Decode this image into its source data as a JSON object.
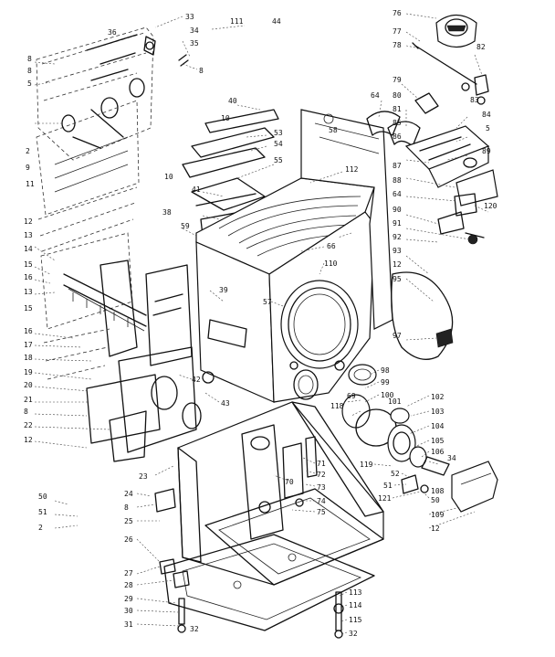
{
  "labels": [
    {
      "id": "l-33",
      "text": "33"
    },
    {
      "id": "l-36",
      "text": "36"
    },
    {
      "id": "l-34",
      "text": "34"
    },
    {
      "id": "l-35",
      "text": "35"
    },
    {
      "id": "l-111",
      "text": "111"
    },
    {
      "id": "l-44",
      "text": "44"
    },
    {
      "id": "l-8a",
      "text": "8"
    },
    {
      "id": "l-8b",
      "text": "8"
    },
    {
      "id": "l-5a",
      "text": "5"
    },
    {
      "id": "l-8c",
      "text": "8"
    },
    {
      "id": "l-76",
      "text": "76"
    },
    {
      "id": "l-77",
      "text": "77"
    },
    {
      "id": "l-78",
      "text": "78"
    },
    {
      "id": "l-82",
      "text": "82"
    },
    {
      "id": "l-79",
      "text": "79"
    },
    {
      "id": "l-64a",
      "text": "64"
    },
    {
      "id": "l-80",
      "text": "80"
    },
    {
      "id": "l-81",
      "text": "81"
    },
    {
      "id": "l-83",
      "text": "83"
    },
    {
      "id": "l-84",
      "text": "84"
    },
    {
      "id": "l-5b",
      "text": "5"
    },
    {
      "id": "l-85",
      "text": "85"
    },
    {
      "id": "l-86",
      "text": "86"
    },
    {
      "id": "l-87",
      "text": "87"
    },
    {
      "id": "l-88",
      "text": "88"
    },
    {
      "id": "l-64b",
      "text": "64"
    },
    {
      "id": "l-89",
      "text": "89"
    },
    {
      "id": "l-120",
      "text": "120"
    },
    {
      "id": "l-90",
      "text": "90"
    },
    {
      "id": "l-91",
      "text": "91"
    },
    {
      "id": "l-92",
      "text": "92"
    },
    {
      "id": "l-93",
      "text": "93"
    },
    {
      "id": "l-12a",
      "text": "12"
    },
    {
      "id": "l-95",
      "text": "95"
    },
    {
      "id": "l-97",
      "text": "97"
    },
    {
      "id": "l-40",
      "text": "40"
    },
    {
      "id": "l-10a",
      "text": "10"
    },
    {
      "id": "l-53",
      "text": "53"
    },
    {
      "id": "l-54",
      "text": "54"
    },
    {
      "id": "l-55",
      "text": "55"
    },
    {
      "id": "l-112",
      "text": "112"
    },
    {
      "id": "l-10b",
      "text": "10"
    },
    {
      "id": "l-41",
      "text": "41"
    },
    {
      "id": "l-58",
      "text": "58"
    },
    {
      "id": "l-66",
      "text": "66"
    },
    {
      "id": "l-110",
      "text": "110"
    },
    {
      "id": "l-38",
      "text": "38"
    },
    {
      "id": "l-59",
      "text": "59"
    },
    {
      "id": "l-39",
      "text": "39"
    },
    {
      "id": "l-57",
      "text": "57"
    },
    {
      "id": "l-13a",
      "text": "13"
    },
    {
      "id": "l-14",
      "text": "14"
    },
    {
      "id": "l-15",
      "text": "15"
    },
    {
      "id": "l-16",
      "text": "16"
    },
    {
      "id": "l-2a",
      "text": "2"
    },
    {
      "id": "l-9",
      "text": "9"
    },
    {
      "id": "l-11",
      "text": "11"
    },
    {
      "id": "l-12b",
      "text": "12"
    },
    {
      "id": "l-13b",
      "text": "13"
    },
    {
      "id": "l-15b",
      "text": "15"
    },
    {
      "id": "l-16b",
      "text": "16"
    },
    {
      "id": "l-17",
      "text": "17"
    },
    {
      "id": "l-18",
      "text": "18"
    },
    {
      "id": "l-19",
      "text": "19"
    },
    {
      "id": "l-20",
      "text": "20"
    },
    {
      "id": "l-21",
      "text": "21"
    },
    {
      "id": "l-8d",
      "text": "8"
    },
    {
      "id": "l-22",
      "text": "22"
    },
    {
      "id": "l-12c",
      "text": "12"
    },
    {
      "id": "l-42",
      "text": "42"
    },
    {
      "id": "l-43",
      "text": "43"
    },
    {
      "id": "l-98",
      "text": "98"
    },
    {
      "id": "l-99",
      "text": "99"
    },
    {
      "id": "l-100",
      "text": "100"
    },
    {
      "id": "l-69",
      "text": "69"
    },
    {
      "id": "l-118",
      "text": "118"
    },
    {
      "id": "l-101",
      "text": "101"
    },
    {
      "id": "l-102",
      "text": "102"
    },
    {
      "id": "l-103",
      "text": "103"
    },
    {
      "id": "l-104",
      "text": "104"
    },
    {
      "id": "l-105",
      "text": "105"
    },
    {
      "id": "l-106",
      "text": "106"
    },
    {
      "id": "l-34b",
      "text": "34"
    },
    {
      "id": "l-119",
      "text": "119"
    },
    {
      "id": "l-52",
      "text": "52"
    },
    {
      "id": "l-51a",
      "text": "51"
    },
    {
      "id": "l-121",
      "text": "121"
    },
    {
      "id": "l-108",
      "text": "108"
    },
    {
      "id": "l-50a",
      "text": "50"
    },
    {
      "id": "l-109",
      "text": "109"
    },
    {
      "id": "l-12d",
      "text": "12"
    },
    {
      "id": "l-70",
      "text": "70"
    },
    {
      "id": "l-71",
      "text": "71"
    },
    {
      "id": "l-72",
      "text": "72"
    },
    {
      "id": "l-73",
      "text": "73"
    },
    {
      "id": "l-74",
      "text": "74"
    },
    {
      "id": "l-75",
      "text": "75"
    },
    {
      "id": "l-23",
      "text": "23"
    },
    {
      "id": "l-24",
      "text": "24"
    },
    {
      "id": "l-50b",
      "text": "50"
    },
    {
      "id": "l-51b",
      "text": "51"
    },
    {
      "id": "l-2b",
      "text": "2"
    },
    {
      "id": "l-8e",
      "text": "8"
    },
    {
      "id": "l-25",
      "text": "25"
    },
    {
      "id": "l-26",
      "text": "26"
    },
    {
      "id": "l-27",
      "text": "27"
    },
    {
      "id": "l-28",
      "text": "28"
    },
    {
      "id": "l-29",
      "text": "29"
    },
    {
      "id": "l-30",
      "text": "30"
    },
    {
      "id": "l-31",
      "text": "31"
    },
    {
      "id": "l-32a",
      "text": "32"
    },
    {
      "id": "l-113",
      "text": "113"
    },
    {
      "id": "l-114",
      "text": "114"
    },
    {
      "id": "l-115",
      "text": "115"
    },
    {
      "id": "l-32b",
      "text": "32"
    }
  ]
}
